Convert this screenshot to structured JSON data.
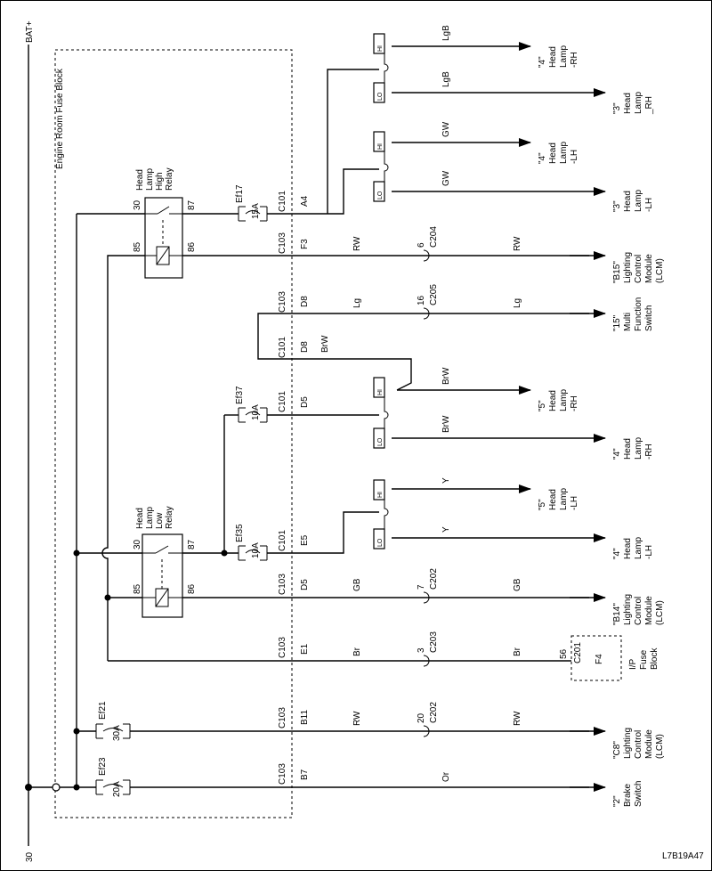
{
  "power": {
    "label": "BAT+",
    "ground_label": "30"
  },
  "fuse_block_label": "Engine Room Fuse Block",
  "relays": {
    "high": {
      "name": [
        "Head",
        "Lamp",
        "High",
        "Relay"
      ],
      "pins": [
        "30",
        "87",
        "85",
        "86"
      ]
    },
    "low": {
      "name": [
        "Head",
        "Lamp",
        "Low",
        "Relay"
      ],
      "pins": [
        "30",
        "87",
        "85",
        "86"
      ]
    }
  },
  "fuses": {
    "ef17": {
      "name": "Ef17",
      "rating": "15A"
    },
    "ef37": {
      "name": "Ef37",
      "rating": "10A"
    },
    "ef35": {
      "name": "Ef35",
      "rating": "10A"
    },
    "ef21": {
      "name": "Ef21",
      "rating": "30A"
    },
    "ef23": {
      "name": "Ef23",
      "rating": "20A"
    }
  },
  "connectors": {
    "row1": {
      "conn": "C101",
      "pin": "A4"
    },
    "row2": {
      "conn": "C103",
      "pin": "F3"
    },
    "row3": {
      "conn": "C103",
      "pin": "D8"
    },
    "row4": {
      "conn": "C101",
      "pin": "D8"
    },
    "row5": {
      "conn": "C101",
      "pin": "D5"
    },
    "row6": {
      "conn": "C101",
      "pin": "E5"
    },
    "row7": {
      "conn": "C103",
      "pin": "D5"
    },
    "row8": {
      "conn": "C103",
      "pin": "E1"
    },
    "row9": {
      "conn": "C103",
      "pin": "B11"
    },
    "row10": {
      "conn": "C103",
      "pin": "B7"
    }
  },
  "wires": {
    "lgb": "LgB",
    "gw": "GW",
    "rw": "RW",
    "lg": "Lg",
    "brw": "BrW",
    "y": "Y",
    "gb": "GB",
    "br": "Br",
    "or": "Or"
  },
  "inline": {
    "c204": {
      "pin": "6",
      "conn": "C204"
    },
    "c205": {
      "pin": "16",
      "conn": "C205"
    },
    "c202a": {
      "pin": "7",
      "conn": "C202"
    },
    "c203": {
      "pin": "3",
      "conn": "C203"
    },
    "c202b": {
      "pin": "20",
      "conn": "C202"
    }
  },
  "lamp_symbols": {
    "hi": "HI",
    "lo": "LO"
  },
  "destinations": {
    "d1": [
      "\"4\"",
      "Head",
      "Lamp",
      "-RH"
    ],
    "d2": [
      "\"3\"",
      "Head",
      "Lamp",
      "_RH"
    ],
    "d3": [
      "\"4\"",
      "Head",
      "Lamp",
      "-LH"
    ],
    "d4": [
      "\"3\"",
      "Head",
      "Lamp",
      "-LH"
    ],
    "d5": [
      "\"B15\"",
      "Lighting",
      "Control",
      "Module",
      "(LCM)"
    ],
    "d6": [
      "\"15\"",
      "Multi",
      "Function",
      "Switch"
    ],
    "d7": [
      "\"5\"",
      "Head",
      "Lamp",
      "-RH"
    ],
    "d8": [
      "\"4\"",
      "Head",
      "Lamp",
      "-RH"
    ],
    "d9": [
      "\"5\"",
      "Head",
      "Lamp",
      "-LH"
    ],
    "d10": [
      "\"4\"",
      "Head",
      "Lamp",
      "-LH"
    ],
    "d11": [
      "\"B14\"",
      "Lighting",
      "Control",
      "Module",
      "(LCM)"
    ],
    "d12": [
      "\"C8\"",
      "Lighting",
      "Control",
      "Module",
      "(LCM)"
    ],
    "d13": [
      "\"2\"",
      "Brake",
      "Switch"
    ]
  },
  "ip_fuse": {
    "pin": "56",
    "conn": "C201",
    "fuse": "F4",
    "name": [
      "I/P",
      "Fuse",
      "Block"
    ]
  },
  "figure_id": "L7B19A47"
}
